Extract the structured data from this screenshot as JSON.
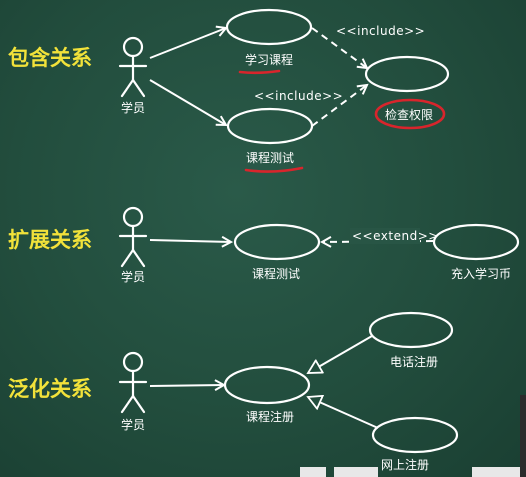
{
  "sections": {
    "include": {
      "title": "包含关系",
      "actor": "学员",
      "use_case_a": "学习课程",
      "use_case_b": "课程测试",
      "target": "检查权限",
      "stereotype_a": "<<include>>",
      "stereotype_b": "<<include>>"
    },
    "extend": {
      "title": "扩展关系",
      "actor": "学员",
      "base": "课程测试",
      "extension": "充入学习币",
      "stereotype": "<<extend>>"
    },
    "generalization": {
      "title": "泛化关系",
      "actor": "学员",
      "parent": "课程注册",
      "child_a": "电话注册",
      "child_b": "网上注册"
    }
  },
  "colors": {
    "board": "#224d3d",
    "chalk": "#ffffff",
    "heading": "#f2e23a",
    "annotation": "#d8252c"
  }
}
